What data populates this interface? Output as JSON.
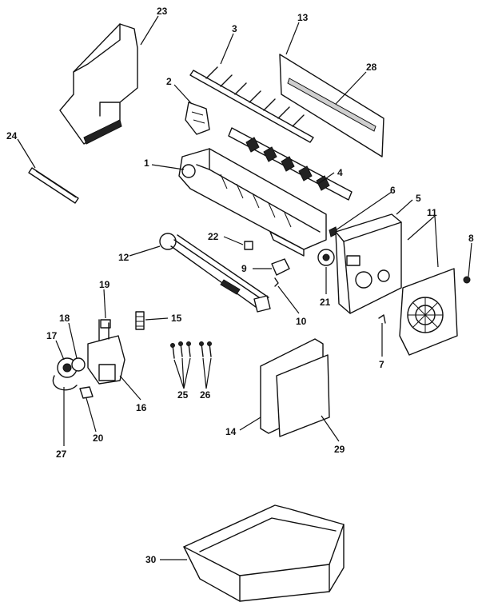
{
  "callouts": {
    "c1": "1",
    "c2": "2",
    "c3": "3",
    "c4": "4",
    "c5": "5",
    "c6": "6",
    "c7": "7",
    "c8": "8",
    "c9": "9",
    "c10": "10",
    "c11": "11",
    "c12": "12",
    "c13": "13",
    "c14": "14",
    "c15": "15",
    "c16": "16",
    "c17": "17",
    "c18": "18",
    "c19": "19",
    "c20": "20",
    "c21": "21",
    "c22": "22",
    "c23": "23",
    "c24": "24",
    "c25": "25",
    "c26": "26",
    "c27": "27",
    "c28": "28",
    "c29": "29",
    "c30": "30"
  },
  "colors": {
    "ink": "#111111",
    "paper": "#ffffff",
    "shade": "#cfcfcf"
  }
}
